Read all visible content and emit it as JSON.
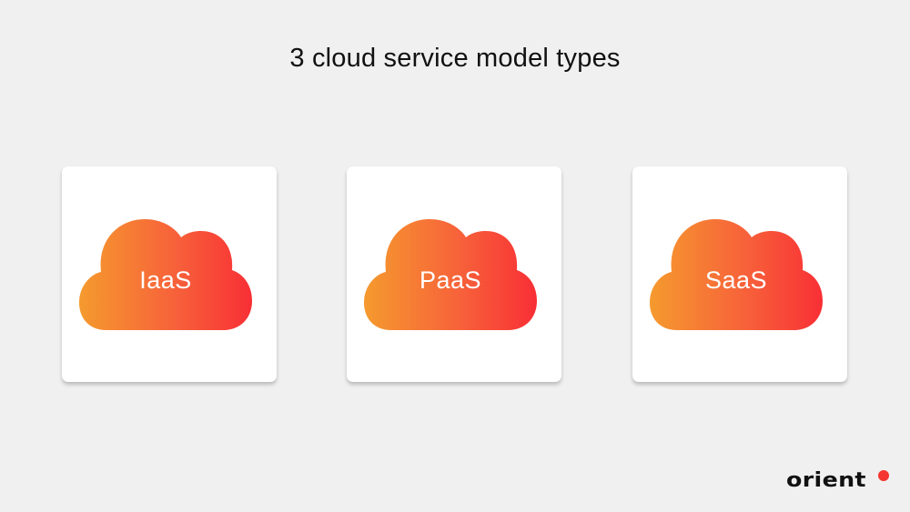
{
  "title": "3 cloud service model types",
  "cards": [
    {
      "label": "IaaS"
    },
    {
      "label": "PaaS"
    },
    {
      "label": "SaaS"
    }
  ],
  "colors": {
    "background": "#f0f0f0",
    "card": "#ffffff",
    "gradient_start": "#f59a2e",
    "gradient_end": "#f82f35",
    "logo_dot": "#f5352f"
  },
  "logo": {
    "text": "orient"
  }
}
